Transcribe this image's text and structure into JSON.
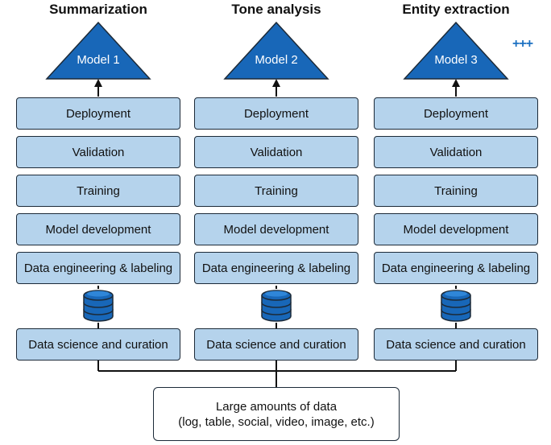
{
  "columns": [
    {
      "title": "Summarization",
      "model": "Model 1",
      "stages": [
        "Deployment",
        "Validation",
        "Training",
        "Model development",
        "Data engineering & labeling"
      ],
      "curation": "Data science and curation"
    },
    {
      "title": "Tone analysis",
      "model": "Model 2",
      "stages": [
        "Deployment",
        "Validation",
        "Training",
        "Model development",
        "Data engineering & labeling"
      ],
      "curation": "Data science and curation"
    },
    {
      "title": "Entity extraction",
      "model": "Model 3",
      "stages": [
        "Deployment",
        "Validation",
        "Training",
        "Model development",
        "Data engineering & labeling"
      ],
      "curation": "Data science and curation"
    }
  ],
  "more_indicator": "+++",
  "source": {
    "line1": "Large amounts of data",
    "line2": "(log, table, social, video, image, etc.)"
  },
  "colors": {
    "model_fill": "#1867b8",
    "stage_fill": "#b5d3ec",
    "stroke": "#1c2a38",
    "more": "#1a6fc1"
  }
}
